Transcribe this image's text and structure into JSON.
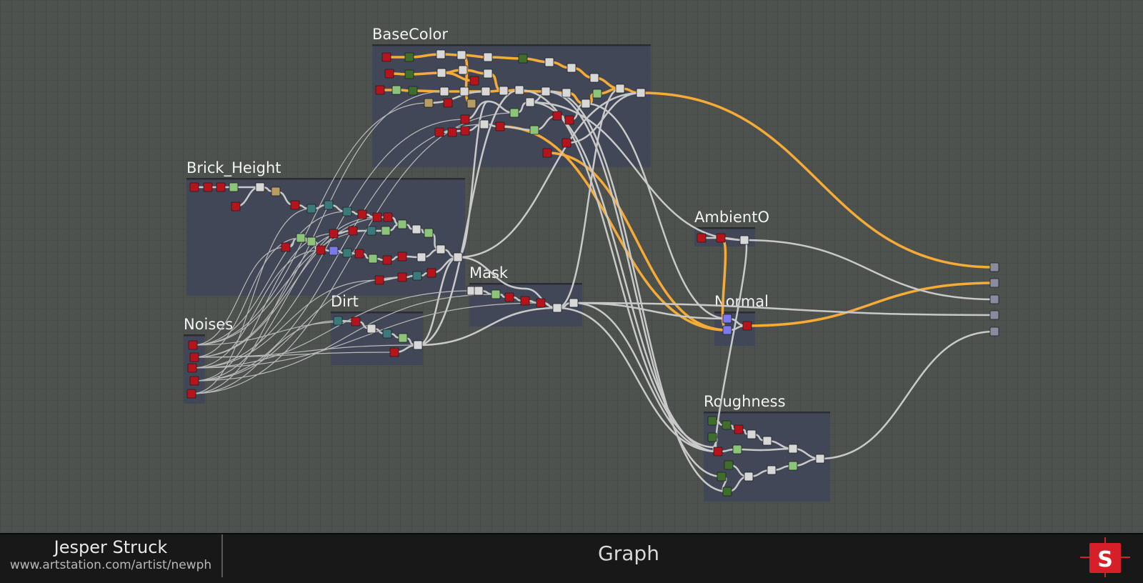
{
  "frames": [
    {
      "id": "basecolor",
      "title": "BaseColor"
    },
    {
      "id": "brick_height",
      "title": "Brick_Height"
    },
    {
      "id": "noises",
      "title": "Noises"
    },
    {
      "id": "dirt",
      "title": "Dirt"
    },
    {
      "id": "mask",
      "title": "Mask"
    },
    {
      "id": "ambiento",
      "title": "AmbientO"
    },
    {
      "id": "normal",
      "title": "Normal"
    },
    {
      "id": "roughness",
      "title": "Roughness"
    }
  ],
  "node_colors": {
    "input_red": "#b5141c",
    "grayscale": "#d8d8d8",
    "color_green": "#3f6e2c",
    "light_green": "#8cc47c",
    "teal": "#3a7a7a",
    "tan": "#b89c66",
    "normal_blue": "#7a7aee",
    "output_gray": "#8a8aa0"
  },
  "wire_colors": {
    "grayscale": "#c9c9c9",
    "color": "#f5ab35"
  },
  "footer": {
    "author": "Jesper Struck",
    "url": "www.artstation.com/artist/newph",
    "panel_label": "Graph"
  },
  "logo": {
    "icon": "substance-designer-logo-icon",
    "letter": "S",
    "color": "#d71f2a"
  }
}
